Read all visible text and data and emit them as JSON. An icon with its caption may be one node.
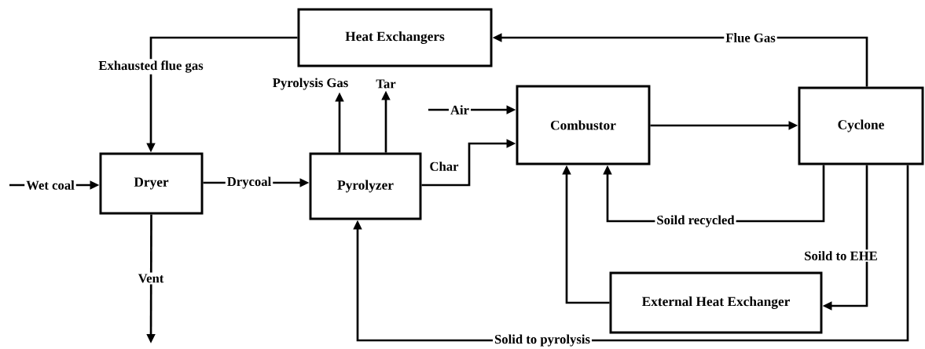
{
  "diagram": {
    "nodes": [
      {
        "text": [
          "Heat Exchangers"
        ]
      },
      {
        "text": [
          "Dryer"
        ]
      },
      {
        "text": [
          "Pyrolyzer"
        ]
      },
      {
        "text": [
          "Combustor"
        ]
      },
      {
        "text": [
          "Cyclone"
        ]
      },
      {
        "text": [
          "External Heat Exchanger"
        ]
      },
      {
        "text": [
          "Pyrolysis Gas"
        ]
      },
      {
        "text": [
          "Tar"
        ]
      }
    ],
    "edges": [
      {
        "from": 0,
        "to": 1,
        "arrow": "to",
        "label": "Exhausted flue gas"
      },
      {
        "from": null,
        "to": 1,
        "arrow": "to",
        "label": "Wet coal"
      },
      {
        "from": 1,
        "to": 2,
        "arrow": "to",
        "label": "Drycoal"
      },
      {
        "from": 1,
        "to": null,
        "arrow": "to",
        "label": "Vent"
      },
      {
        "from": 2,
        "to": 6,
        "arrow": "to"
      },
      {
        "from": 2,
        "to": 7,
        "arrow": "to"
      },
      {
        "from": null,
        "to": 3,
        "arrow": "to",
        "label": "Air"
      },
      {
        "from": 2,
        "to": 3,
        "arrow": "to",
        "label": "Char"
      },
      {
        "from": 3,
        "to": 4,
        "arrow": "to"
      },
      {
        "from": 4,
        "to": 0,
        "arrow": "to",
        "label": "Flue Gas"
      },
      {
        "from": 4,
        "to": 3,
        "arrow": "to",
        "label": "Soild recycled"
      },
      {
        "from": 4,
        "to": 5,
        "arrow": "to",
        "label": "Soild to EHE"
      },
      {
        "from": 5,
        "to": 3,
        "arrow": "to"
      },
      {
        "from": 4,
        "to": 2,
        "arrow": "to",
        "label": "Solid to pyrolysis"
      }
    ]
  }
}
